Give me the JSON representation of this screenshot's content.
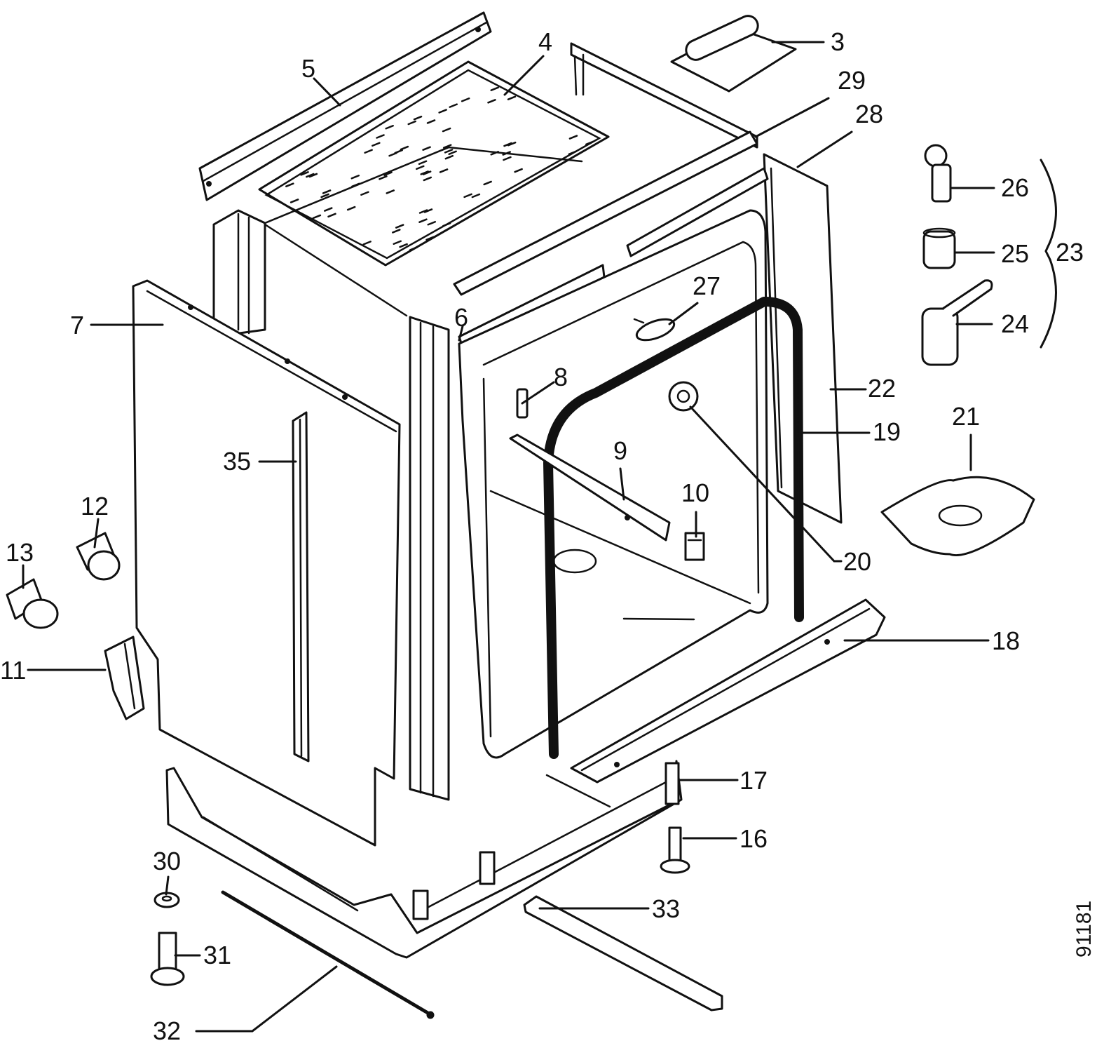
{
  "diagram": {
    "drawing_number": "91181",
    "labels": [
      {
        "id": "3",
        "text": "3"
      },
      {
        "id": "4",
        "text": "4"
      },
      {
        "id": "5",
        "text": "5"
      },
      {
        "id": "6",
        "text": "6"
      },
      {
        "id": "7",
        "text": "7"
      },
      {
        "id": "8",
        "text": "8"
      },
      {
        "id": "9",
        "text": "9"
      },
      {
        "id": "10",
        "text": "10"
      },
      {
        "id": "11",
        "text": "11"
      },
      {
        "id": "12",
        "text": "12"
      },
      {
        "id": "13",
        "text": "13"
      },
      {
        "id": "16",
        "text": "16"
      },
      {
        "id": "17",
        "text": "17"
      },
      {
        "id": "18",
        "text": "18"
      },
      {
        "id": "19",
        "text": "19"
      },
      {
        "id": "20",
        "text": "20"
      },
      {
        "id": "21",
        "text": "21"
      },
      {
        "id": "22",
        "text": "22"
      },
      {
        "id": "23",
        "text": "23"
      },
      {
        "id": "24",
        "text": "24"
      },
      {
        "id": "25",
        "text": "25"
      },
      {
        "id": "26",
        "text": "26"
      },
      {
        "id": "27",
        "text": "27"
      },
      {
        "id": "28",
        "text": "28"
      },
      {
        "id": "29",
        "text": "29"
      },
      {
        "id": "30",
        "text": "30"
      },
      {
        "id": "31",
        "text": "31"
      },
      {
        "id": "32",
        "text": "32"
      },
      {
        "id": "33",
        "text": "33"
      },
      {
        "id": "35",
        "text": "35"
      }
    ]
  }
}
